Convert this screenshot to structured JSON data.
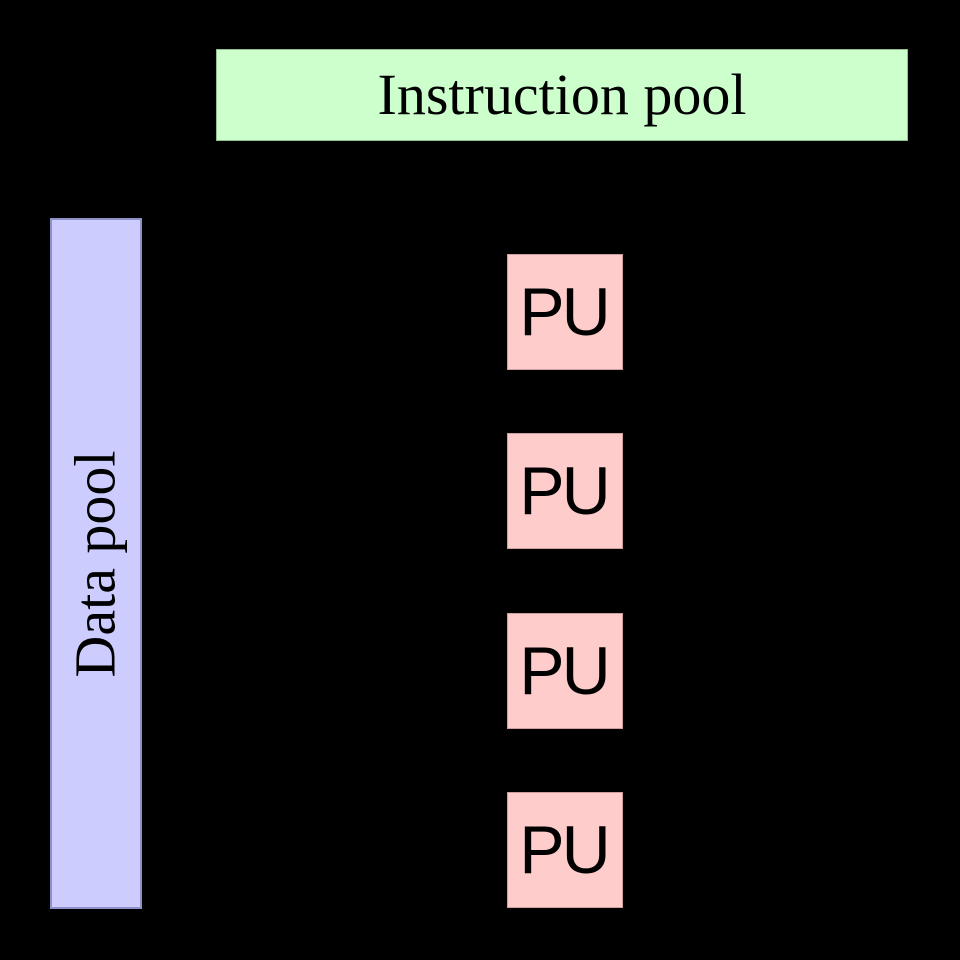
{
  "background": "#000000",
  "instruction_pool": {
    "label": "Instruction pool",
    "fill": "#ccffcc",
    "border": "#8fbf8f"
  },
  "data_pool": {
    "label": "Data pool",
    "fill": "#ccccff",
    "border": "#9090c8"
  },
  "processing_units": [
    {
      "label": "PU"
    },
    {
      "label": "PU"
    },
    {
      "label": "PU"
    },
    {
      "label": "PU"
    }
  ],
  "pu_style": {
    "fill": "#ffcccc",
    "border": "#cf9f9f"
  }
}
